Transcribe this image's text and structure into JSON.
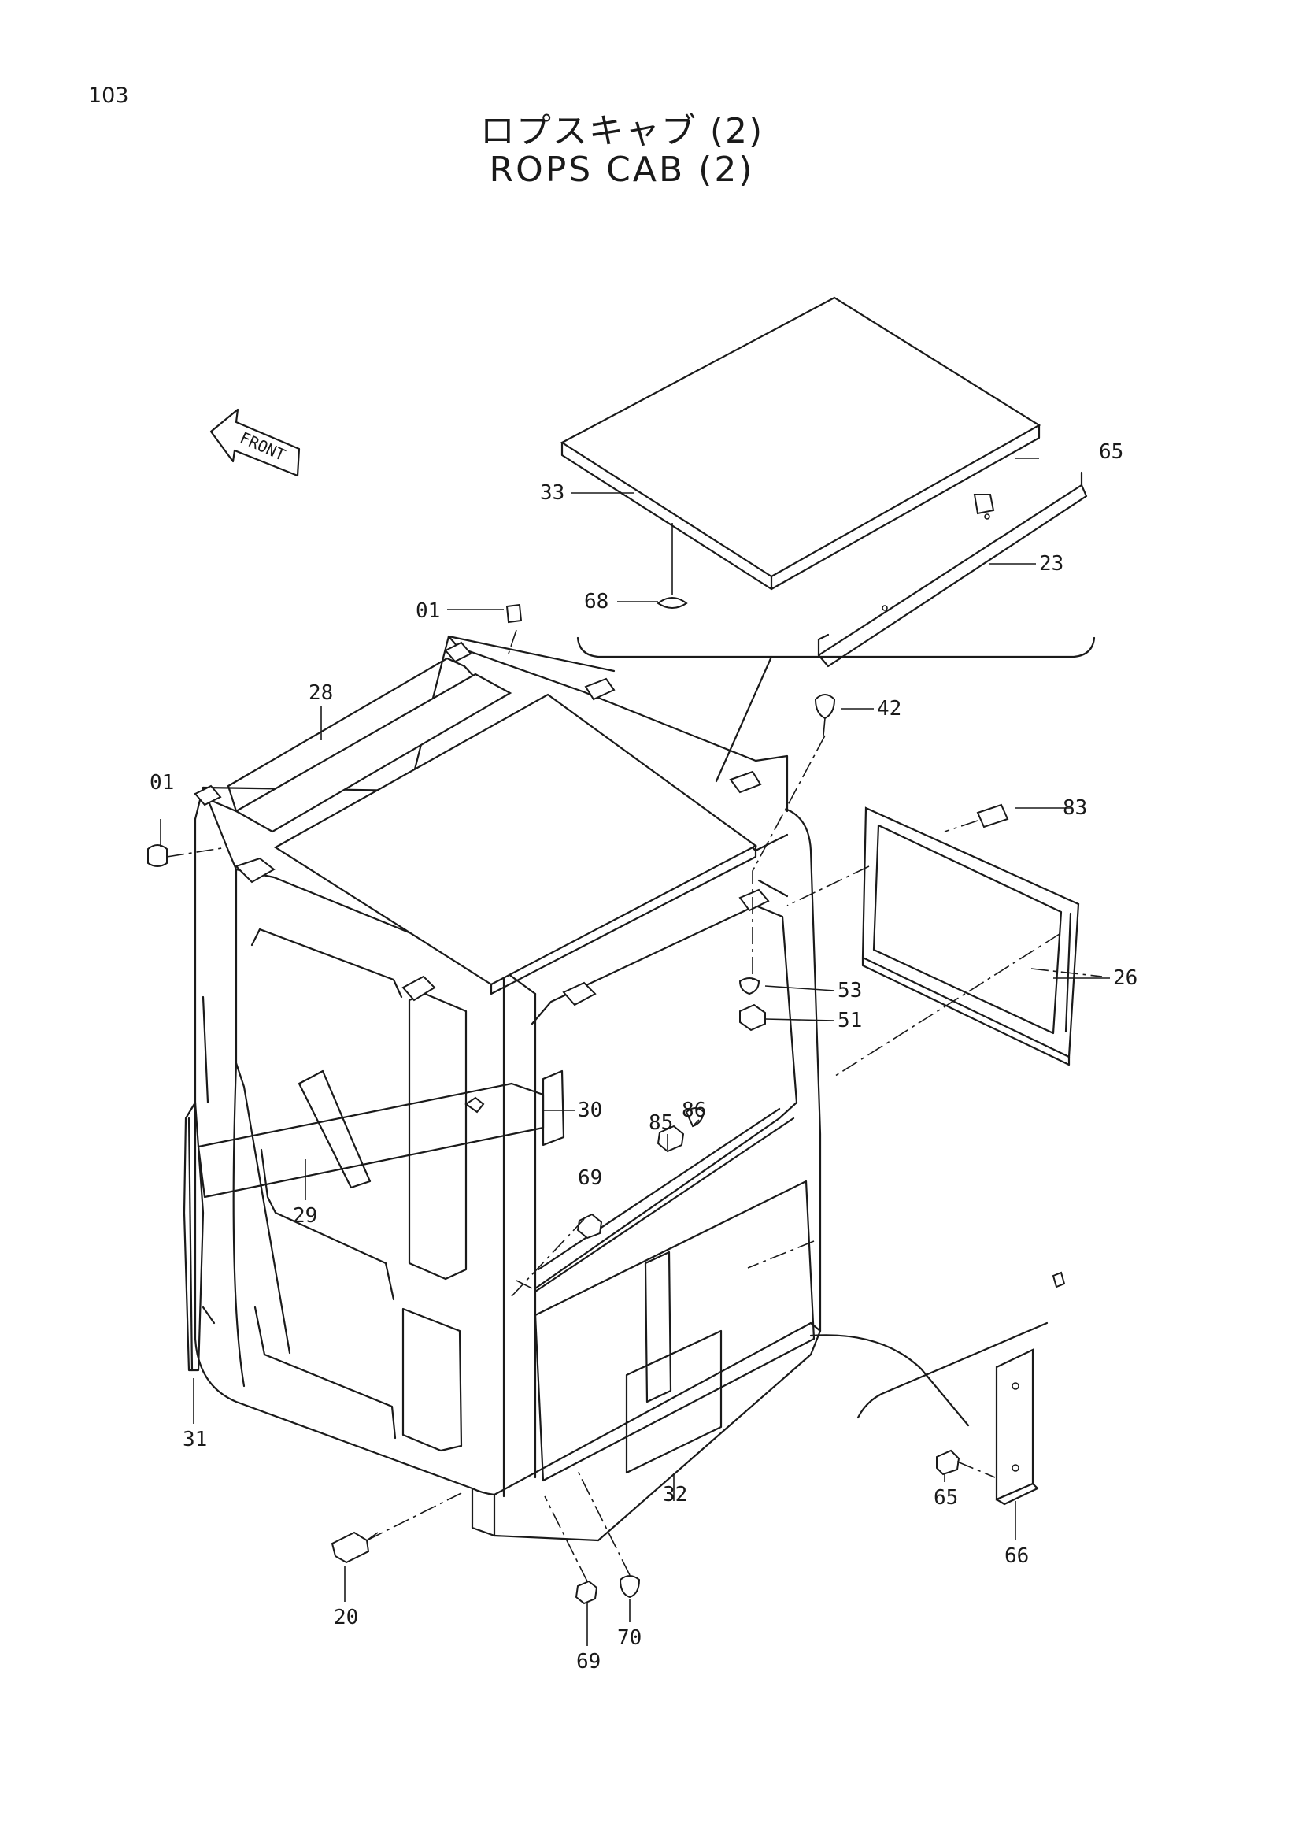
{
  "page_number": "103",
  "title_jp": "ロプスキャブ (2)",
  "title_en": "ROPS CAB (2)",
  "front_marker": "FRONT",
  "callouts": {
    "p01a": "01",
    "p01b": "01",
    "p20": "20",
    "p23": "23",
    "p26": "26",
    "p28": "28",
    "p29": "29",
    "p30": "30",
    "p31": "31",
    "p32": "32",
    "p33": "33",
    "p42": "42",
    "p51": "51",
    "p53": "53",
    "p65a": "65",
    "p65b": "65",
    "p66": "66",
    "p68": "68",
    "p69a": "69",
    "p69b": "69",
    "p70": "70",
    "p83": "83",
    "p85": "85",
    "p86": "86"
  }
}
